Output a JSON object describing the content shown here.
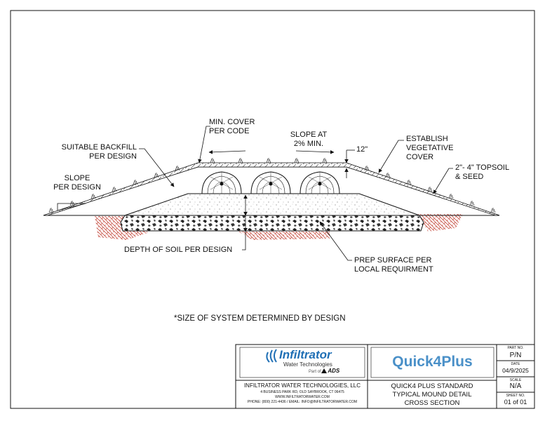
{
  "labels": {
    "min_cover": [
      "MIN. COVER",
      "PER CODE"
    ],
    "slope_at": [
      "SLOPE AT",
      "2% MIN."
    ],
    "twelve": "12\"",
    "suitable_backfill": [
      "SUITABLE BACKFILL",
      "PER DESIGN"
    ],
    "establish": [
      "ESTABLISH",
      "VEGETATIVE",
      "COVER"
    ],
    "slope_per_design": [
      "SLOPE",
      "PER DESIGN"
    ],
    "topsoil": [
      "2\"- 4\" TOPSOIL",
      "& SEED"
    ],
    "depth_of_soil": "DEPTH OF SOIL PER DESIGN",
    "prep_surface": [
      "PREP SURFACE PER",
      "LOCAL REQUIRMENT"
    ],
    "size_note": "*SIZE OF SYSTEM DETERMINED BY DESIGN"
  },
  "title_block": {
    "logo_name": "Infiltrator",
    "logo_sub": "Water Technologies",
    "part_of": "Part of",
    "ads": "ADS",
    "company": "INFILTRATOR WATER TECHNOLOGIES, LLC",
    "address": "4 BUSINESS PARK RD, OLD SAYBROOK, CT 06475",
    "website": "WWW.INFILTRATORWATER.COM",
    "phone": "PHONE: (800) 221-4436 / EMAIL: INFO@INFILTRATORWATER.COM",
    "product": "Quick4Plus",
    "drawing_title": [
      "QUICK4 PLUS STANDARD",
      "TYPICAL MOUND DETAIL",
      "CROSS SECTION"
    ],
    "part_no_label": "PART NO.",
    "part_no": "P/N",
    "date_label": "DATE",
    "date": "04/9/2025",
    "scale_label": "SCALE",
    "scale": "N/A",
    "sheet_label": "SHEET NO.",
    "sheet": "01 of 01"
  },
  "colors": {
    "line": "#111111",
    "hatch_red": "#c0392b",
    "logo_blue": "#1f6fb5",
    "product_blue": "#4a90c8"
  }
}
